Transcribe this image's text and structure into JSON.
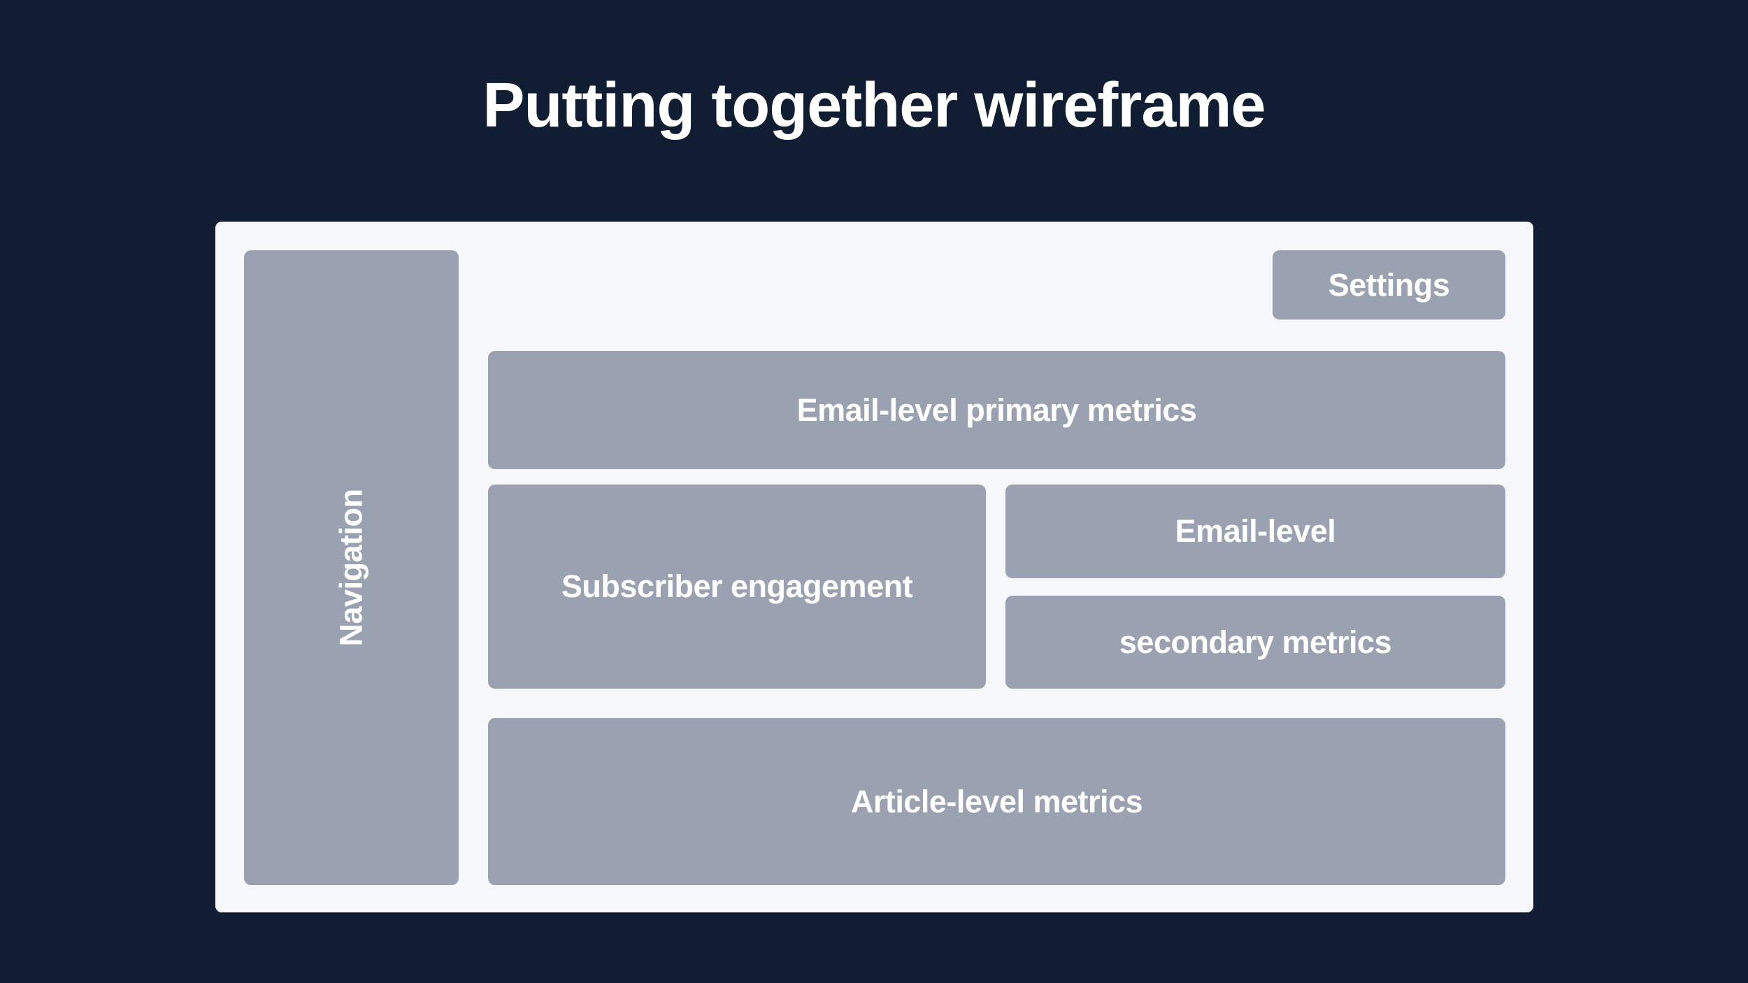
{
  "page": {
    "title": "Putting together wireframe"
  },
  "colors": {
    "background": "#101D32",
    "panel": "#F6F8FB",
    "block": "#9AA1B0",
    "text": "#FFFFFF"
  },
  "wireframe": {
    "navigation_label": "Navigation",
    "settings_label": "Settings",
    "primary_metrics_label": "Email-level primary metrics",
    "subscriber_label": "Subscriber engagement",
    "email_level_label": "Email-level",
    "secondary_metrics_label": "secondary metrics",
    "article_metrics_label": "Article-level metrics"
  }
}
